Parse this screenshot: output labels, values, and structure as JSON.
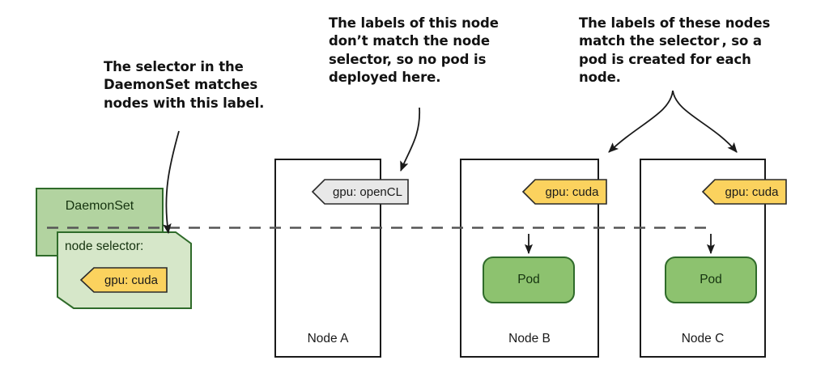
{
  "diagram": {
    "title": "DaemonSet node selector scheduling",
    "colors": {
      "pod_green": "#8dc26f",
      "daemonset_green": "#b2d3a0",
      "selector_card_green": "#d6e7c9",
      "label_yellow": "#fbd25e",
      "label_gray": "#e8e8e8",
      "stroke_dark": "#1a1a1a",
      "stroke_green": "#2f6b2a"
    }
  },
  "annotations": {
    "selector": "The selector in the\nDaemonSet matches\nnodes with this label.",
    "no_match": "The labels of this node\ndon’t match the node\nselector, so no pod is\ndeployed here.",
    "match": "The labels of these nodes\nmatch the selector , so a\npod is created for each\nnode."
  },
  "daemonset": {
    "title": "DaemonSet",
    "selector_heading": "node selector:",
    "selector_label": "gpu: cuda"
  },
  "nodes": [
    {
      "id": "node-a",
      "caption": "Node A",
      "label": "gpu: openCL",
      "label_style": "gray",
      "has_pod": false,
      "pod_label": null
    },
    {
      "id": "node-b",
      "caption": "Node B",
      "label": "gpu: cuda",
      "label_style": "yellow",
      "has_pod": true,
      "pod_label": "Pod"
    },
    {
      "id": "node-c",
      "caption": "Node C",
      "label": "gpu: cuda",
      "label_style": "yellow",
      "has_pod": true,
      "pod_label": "Pod"
    }
  ]
}
